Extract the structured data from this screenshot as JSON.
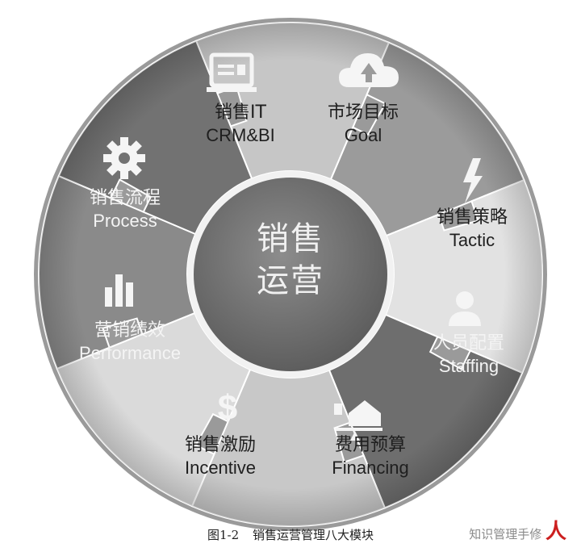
{
  "center": {
    "line1": "销售",
    "line2": "运营"
  },
  "segments": [
    {
      "id": "it",
      "zh": "销售IT",
      "en": "CRM&BI",
      "icon": "monitor-icon",
      "color": "#c6c6c6"
    },
    {
      "id": "goal",
      "zh": "市场目标",
      "en": "Goal",
      "icon": "cloud-upload-icon",
      "color": "#9b9b9b"
    },
    {
      "id": "tactic",
      "zh": "销售策略",
      "en": "Tactic",
      "icon": "lightning-icon",
      "color": "#e2e2e2"
    },
    {
      "id": "staffing",
      "zh": "人员配置",
      "en": "Staffing",
      "icon": "person-icon",
      "color": "#6e6e6e"
    },
    {
      "id": "financing",
      "zh": "费用预算",
      "en": "Financing",
      "icon": "scale-house-icon",
      "color": "#c8c8c8"
    },
    {
      "id": "incentive",
      "zh": "销售激励",
      "en": "Incentive",
      "icon": "dollar-icon",
      "color": "#dadada"
    },
    {
      "id": "performance",
      "zh": "营销绩效",
      "en": "Performance",
      "icon": "bar-chart-icon",
      "color": "#8a8a8a"
    },
    {
      "id": "process",
      "zh": "销售流程",
      "en": "Process",
      "icon": "gear-icon",
      "color": "#727272"
    }
  ],
  "caption": {
    "figure": "图1-2",
    "title": "销售运营管理八大模块"
  },
  "watermark": {
    "text": "知识管理手修",
    "mark": "人"
  }
}
